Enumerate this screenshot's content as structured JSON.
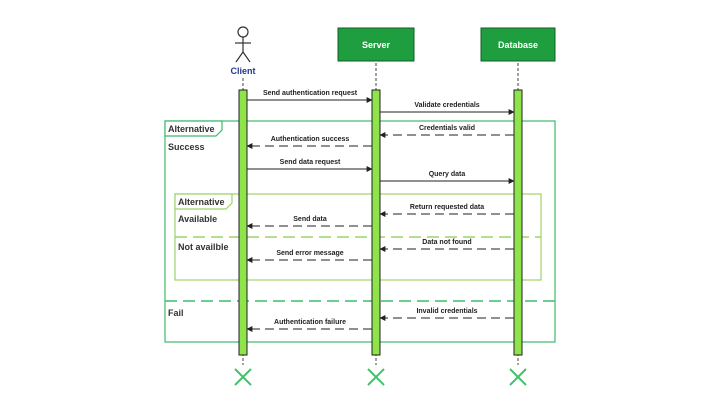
{
  "colors": {
    "header_fill": "#1e9e3e",
    "activation_fill": "#8ee44a",
    "outer_frame": "#3dbb6c",
    "inner_frame": "#9ed36a",
    "arrow": "#222222",
    "terminator": "#3fc36a"
  },
  "participants": {
    "client": "Client",
    "server": "Server",
    "database": "Database"
  },
  "frames": {
    "outer": {
      "title": "Alternative",
      "guard_success": "Success",
      "guard_fail": "Fail"
    },
    "inner": {
      "title": "Alternative",
      "guard_available": "Available",
      "guard_not_available": "Not availble"
    }
  },
  "messages": {
    "send_auth_request": "Send authentication request",
    "validate_credentials": "Validate credentials",
    "credentials_valid": "Credentials valid",
    "auth_success": "Authentication success",
    "send_data_request": "Send data request",
    "query_data": "Query data",
    "return_requested_data": "Return requested data",
    "send_data": "Send data",
    "data_not_found": "Data not found",
    "send_error_message": "Send error message",
    "invalid_credentials": "Invalid credentials",
    "auth_failure": "Authentication failure"
  }
}
